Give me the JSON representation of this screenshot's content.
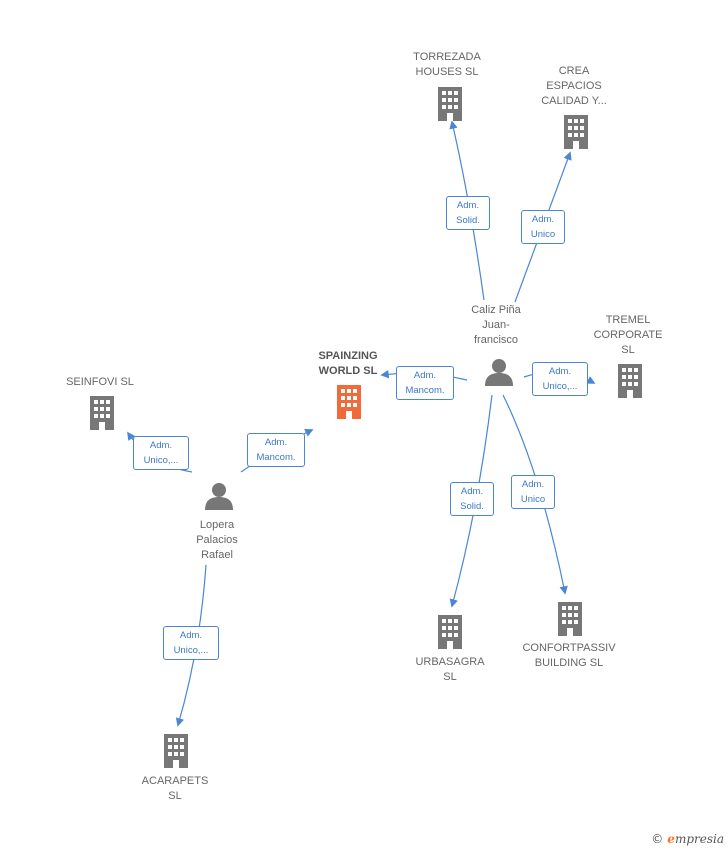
{
  "colors": {
    "building": "#777777",
    "building_main": "#f26a3a",
    "person": "#777777",
    "edge": "#4a86d4"
  },
  "nodes": {
    "torrezada": {
      "label": "TORREZADA\nHOUSES  SL",
      "icon": "building-icon"
    },
    "crea": {
      "label": "CREA\nESPACIOS\nCALIDAD Y...",
      "icon": "building-icon"
    },
    "caliz": {
      "label": "Caliz Piña\nJuan-\nfrancisco",
      "icon": "person-icon"
    },
    "tremel": {
      "label": "TREMEL\nCORPORATE\nSL",
      "icon": "building-icon"
    },
    "spainzing": {
      "label": "SPAINZING\nWORLD  SL",
      "icon": "building-icon"
    },
    "seinfovi": {
      "label": "SEINFOVI SL",
      "icon": "building-icon"
    },
    "lopera": {
      "label": "Lopera\nPalacios\nRafael",
      "icon": "person-icon"
    },
    "urbasagra": {
      "label": "URBASAGRA\nSL",
      "icon": "building-icon"
    },
    "confortpassiv": {
      "label": "CONFORTPASSIV\nBUILDING  SL",
      "icon": "building-icon"
    },
    "acarapets": {
      "label": "ACARAPETS\nSL",
      "icon": "building-icon"
    }
  },
  "edges": {
    "caliz_torrezada": "Adm.\nSolid.",
    "caliz_crea": "Adm.\nUnico",
    "caliz_spainzing": "Adm.\nMancom.",
    "caliz_tremel": "Adm.\nUnico,...",
    "caliz_urbasagra": "Adm.\nSolid.",
    "caliz_confortpassiv": "Adm.\nUnico",
    "lopera_seinfovi": "Adm.\nUnico,...",
    "lopera_spainzing": "Adm.\nMancom.",
    "lopera_acarapets": "Adm.\nUnico,..."
  },
  "footer": {
    "copyright": "©",
    "brand_first": "e",
    "brand_rest": "mpresia"
  }
}
